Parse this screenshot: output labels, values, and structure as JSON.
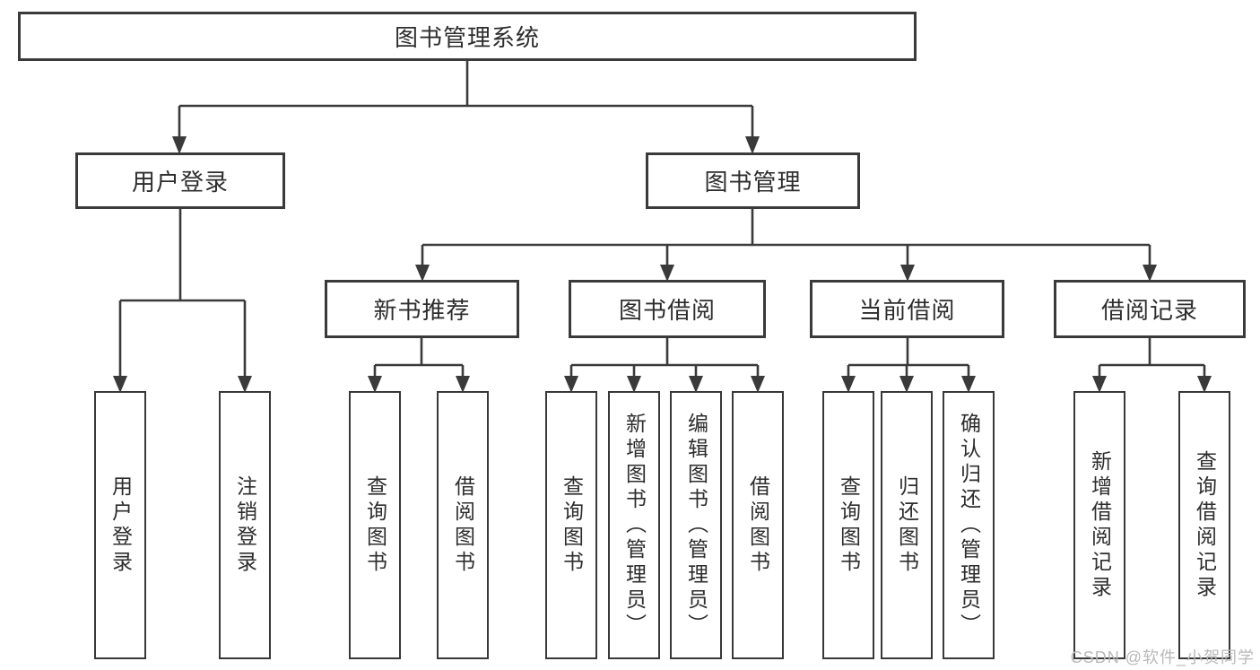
{
  "diagram": {
    "type": "hierarchy-tree",
    "watermark": "CSDN @软件_小贺同学",
    "colors": {
      "background": "#ffffff",
      "box_fill": "#ffffff",
      "box_border": "#3a3a3a",
      "line": "#3a3a3a",
      "text": "#2d2d2d",
      "watermark_text": "#b9b9b9"
    },
    "root": {
      "label": "图书管理系统",
      "children": [
        {
          "label": "用户登录",
          "children": [
            {
              "label": "用户登录"
            },
            {
              "label": "注销登录"
            }
          ]
        },
        {
          "label": "图书管理",
          "children": [
            {
              "label": "新书推荐",
              "children": [
                {
                  "label": "查询图书"
                },
                {
                  "label": "借阅图书"
                }
              ]
            },
            {
              "label": "图书借阅",
              "children": [
                {
                  "label": "查询图书"
                },
                {
                  "label": "新增图书（管理员）"
                },
                {
                  "label": "编辑图书（管理员）"
                },
                {
                  "label": "借阅图书"
                }
              ]
            },
            {
              "label": "当前借阅",
              "children": [
                {
                  "label": "查询图书"
                },
                {
                  "label": "归还图书"
                },
                {
                  "label": "确认归还（管理员）"
                }
              ]
            },
            {
              "label": "借阅记录",
              "children": [
                {
                  "label": "新增借阅记录"
                },
                {
                  "label": "查询借阅记录"
                }
              ]
            }
          ]
        }
      ]
    }
  }
}
